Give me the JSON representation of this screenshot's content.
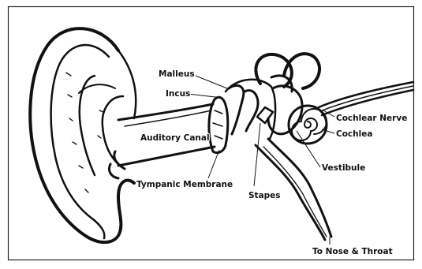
{
  "labels": {
    "malleus": "Malleus",
    "incus": "Incus",
    "auditory_canal": "Auditory Canal",
    "tympanic_membrane": "Tympanic Membrane",
    "stapes": "Stapes",
    "cochlear_nerve": "Cochlear Nerve",
    "cochlea": "Cochlea",
    "vestibule": "Vestibule",
    "nose_throat": "To Nose & Throat"
  }
}
